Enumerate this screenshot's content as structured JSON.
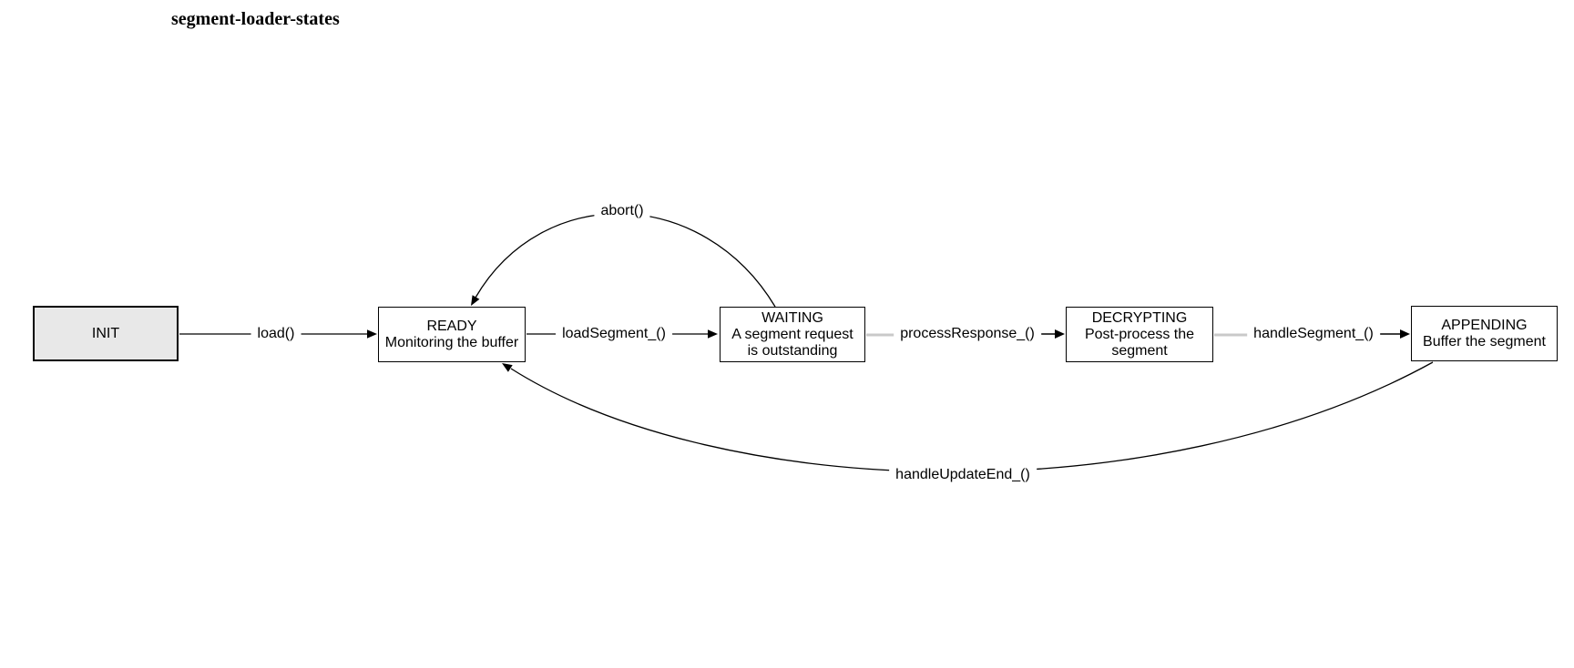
{
  "title": "segment-loader-states",
  "colors": {
    "background": "#ffffff",
    "box_fill": "#ffffff",
    "init_box_fill": "#e8e8e8",
    "box_border": "#000000",
    "edge_line": "#000000",
    "edge_line_light": "#c9c9c9",
    "text": "#000000"
  },
  "states": [
    {
      "name": "INIT",
      "description_lines": []
    },
    {
      "name": "READY",
      "description_lines": [
        "Monitoring the buffer"
      ]
    },
    {
      "name": "WAITING",
      "description_lines": [
        "A segment request",
        "is outstanding"
      ]
    },
    {
      "name": "DECRYPTING",
      "description_lines": [
        "Post-process the",
        "segment"
      ]
    },
    {
      "name": "APPENDING",
      "description_lines": [
        "Buffer the segment"
      ]
    }
  ],
  "transitions": [
    {
      "from": "INIT",
      "to": "READY",
      "label": "load()"
    },
    {
      "from": "READY",
      "to": "WAITING",
      "label": "loadSegment_()"
    },
    {
      "from": "WAITING",
      "to": "DECRYPTING",
      "label": "processResponse_()"
    },
    {
      "from": "DECRYPTING",
      "to": "APPENDING",
      "label": "handleSegment_()"
    },
    {
      "from": "WAITING",
      "to": "READY",
      "label": "abort()"
    },
    {
      "from": "APPENDING",
      "to": "READY",
      "label": "handleUpdateEnd_()"
    }
  ]
}
